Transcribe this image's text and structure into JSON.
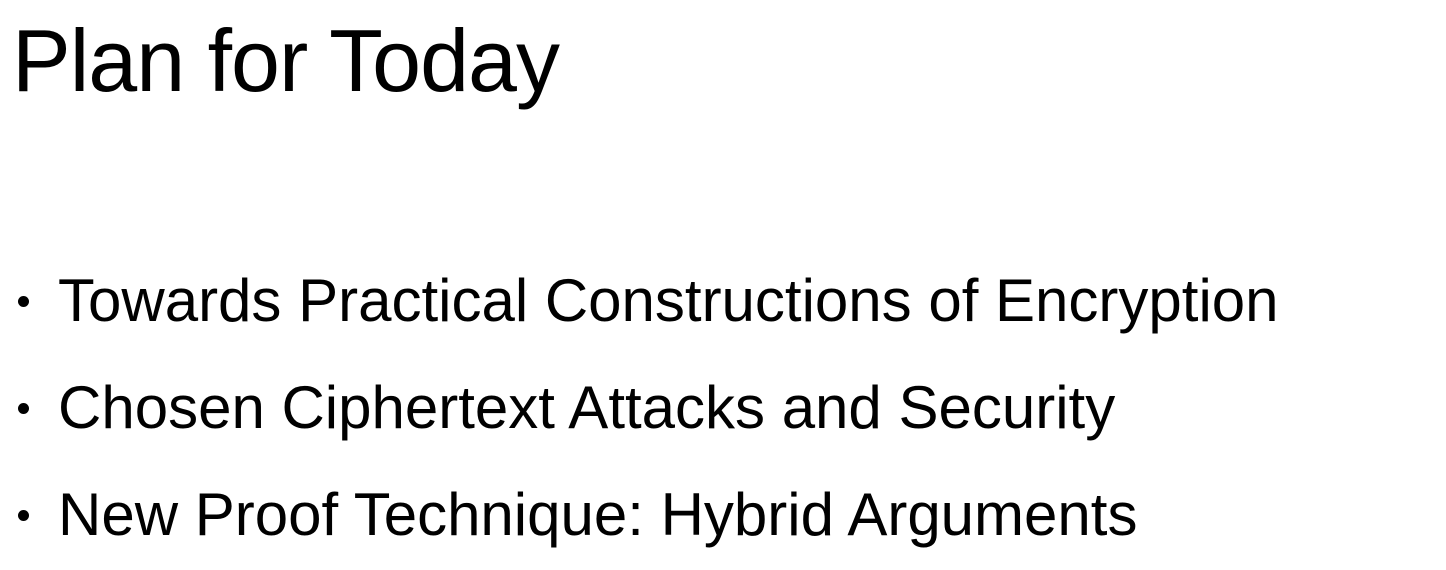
{
  "slide": {
    "title": "Plan for Today",
    "bullets": [
      "Towards Practical Constructions of Encryption",
      "Chosen Ciphertext Attacks and Security",
      "New Proof Technique: Hybrid Arguments"
    ]
  }
}
